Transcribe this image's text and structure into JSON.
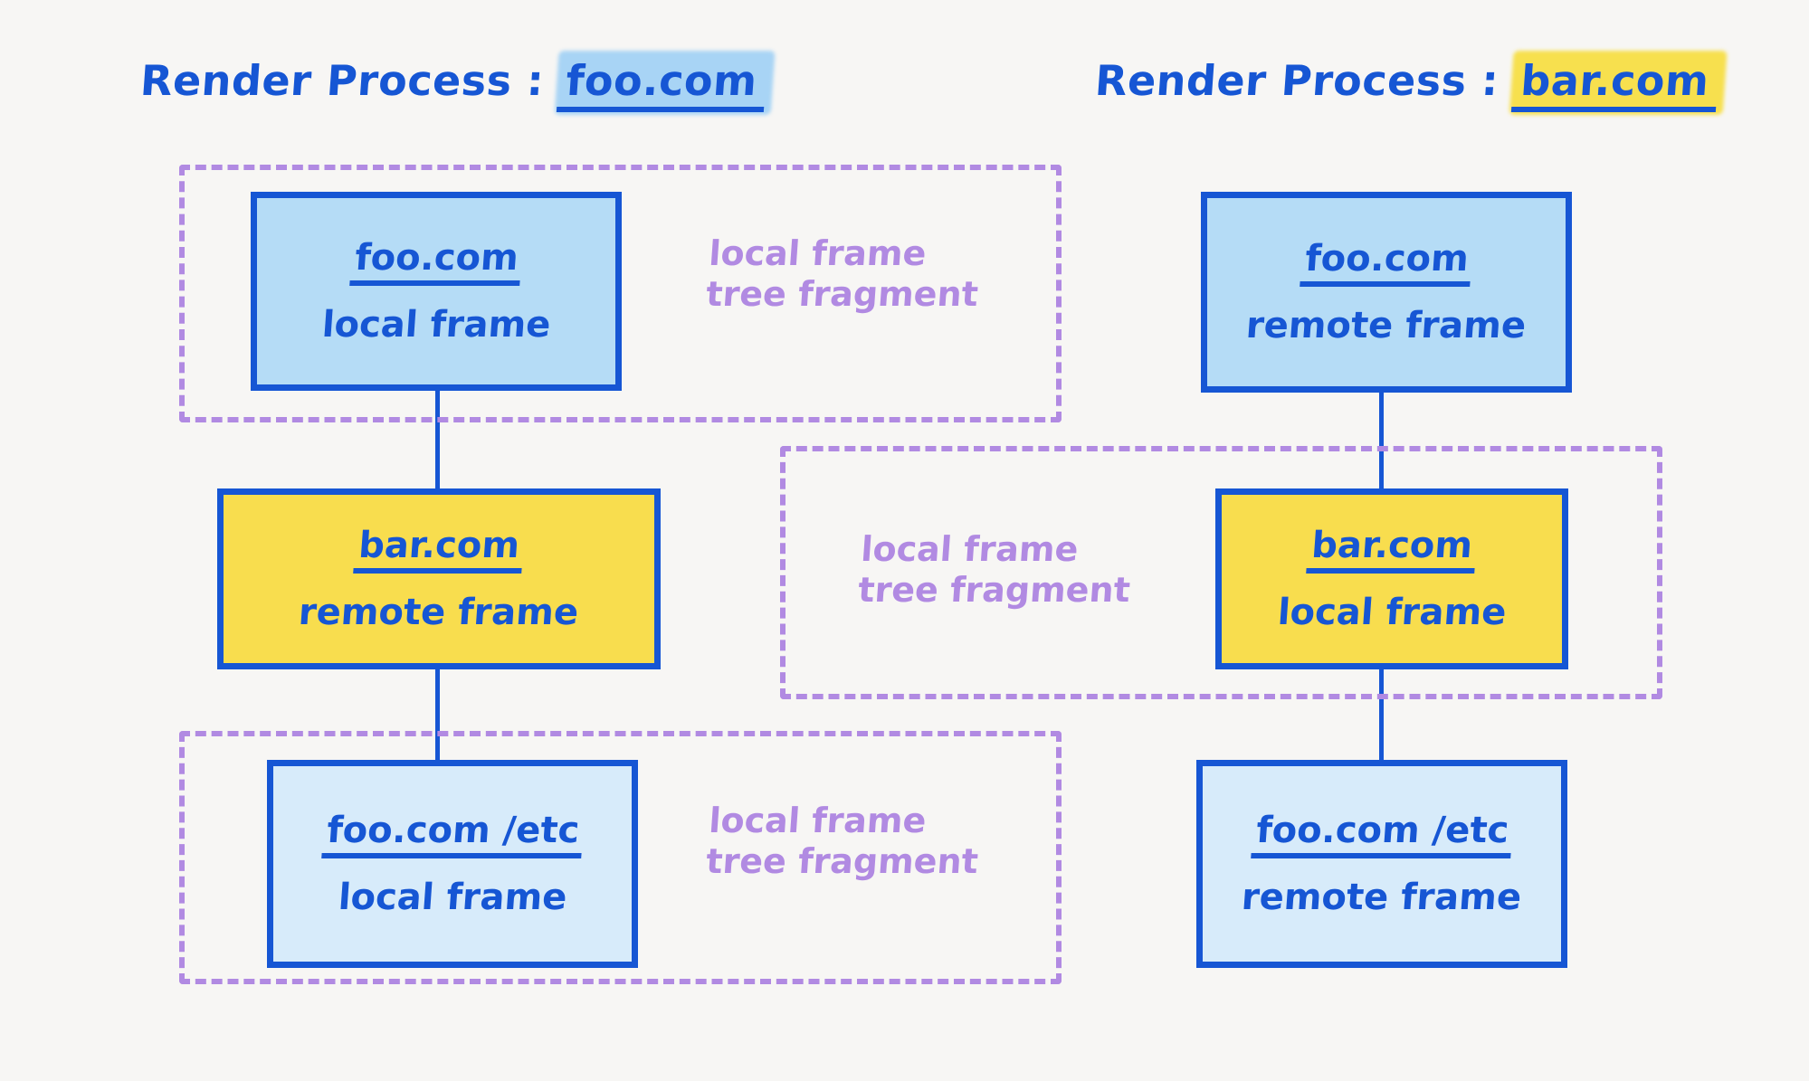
{
  "diagram": {
    "background_color": "#f7f6f4",
    "accent_blue": "#1656d4",
    "accent_yellow": "#f8dd4e",
    "accent_purple": "#b18ae2",
    "box_blue_dark": "#b5dcf6",
    "box_blue_light": "#d7ebfa"
  },
  "titles": {
    "left": {
      "prefix": "Render Process :",
      "domain": "foo.com",
      "highlight_color": "#a8d4f5"
    },
    "right": {
      "prefix": "Render Process :",
      "domain": "bar.com",
      "highlight_color": "#f7e04e"
    }
  },
  "left_process": {
    "boxes": [
      {
        "url": "foo.com",
        "kind": "local frame",
        "fill": "#b5dcf6"
      },
      {
        "url": "bar.com",
        "kind": "remote frame",
        "fill": "#f8dd4e"
      },
      {
        "url": "foo.com /etc",
        "kind": "local frame",
        "fill": "#d7ebfa"
      }
    ],
    "fragments": [
      {
        "label": "local frame\ntree fragment"
      },
      {
        "label": "local frame\ntree fragment"
      }
    ]
  },
  "right_process": {
    "boxes": [
      {
        "url": "foo.com",
        "kind": "remote frame",
        "fill": "#b5dcf6"
      },
      {
        "url": "bar.com",
        "kind": "local frame",
        "fill": "#f8dd4e"
      },
      {
        "url": "foo.com /etc",
        "kind": "remote frame",
        "fill": "#d7ebfa"
      }
    ],
    "fragments": [
      {
        "label": "local frame\ntree fragment"
      }
    ]
  }
}
